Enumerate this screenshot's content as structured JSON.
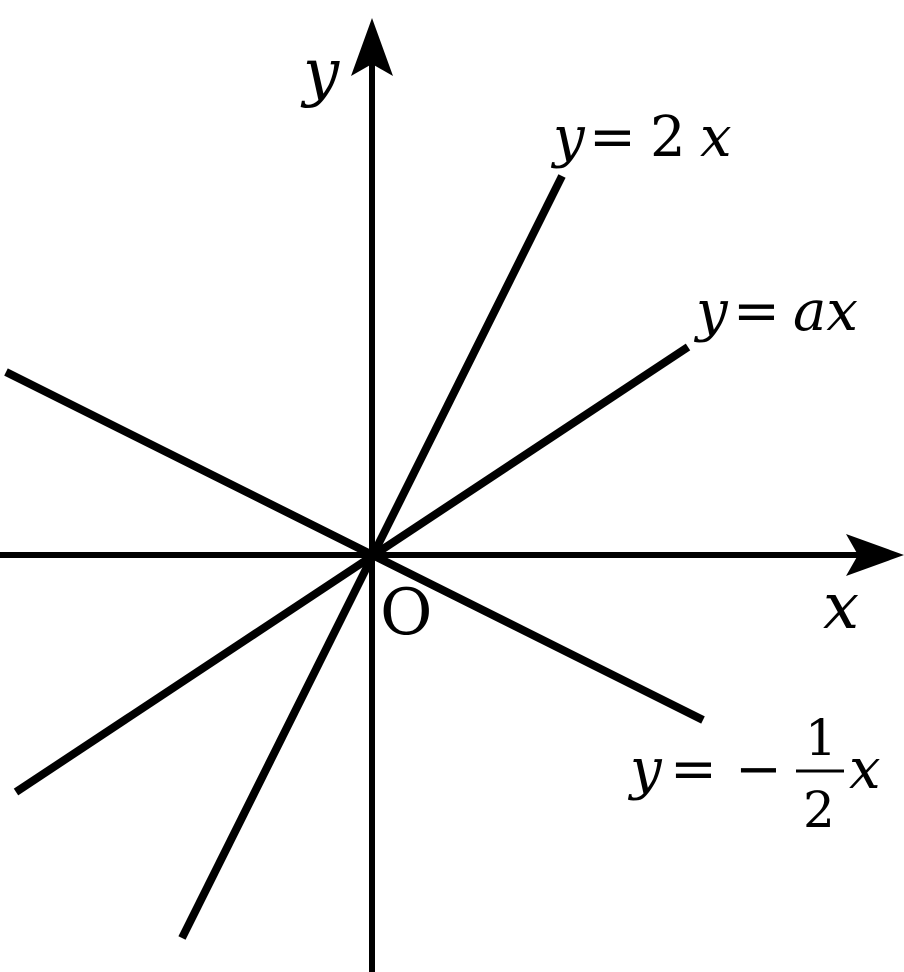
{
  "axes": {
    "x_label": "x",
    "y_label": "y",
    "origin_label": "O"
  },
  "lines": {
    "steep": {
      "lhs": "y",
      "eq": "=",
      "rhs_num": "2",
      "rhs_var": "x"
    },
    "param": {
      "lhs": "y",
      "eq": "=",
      "rhs_var": "ax"
    },
    "negative": {
      "lhs": "y",
      "eq": "=",
      "sign": "−",
      "frac_num": "1",
      "frac_den": "2",
      "rhs_var": "x"
    }
  },
  "colors": {
    "ink": "#000000",
    "background": "#ffffff"
  }
}
